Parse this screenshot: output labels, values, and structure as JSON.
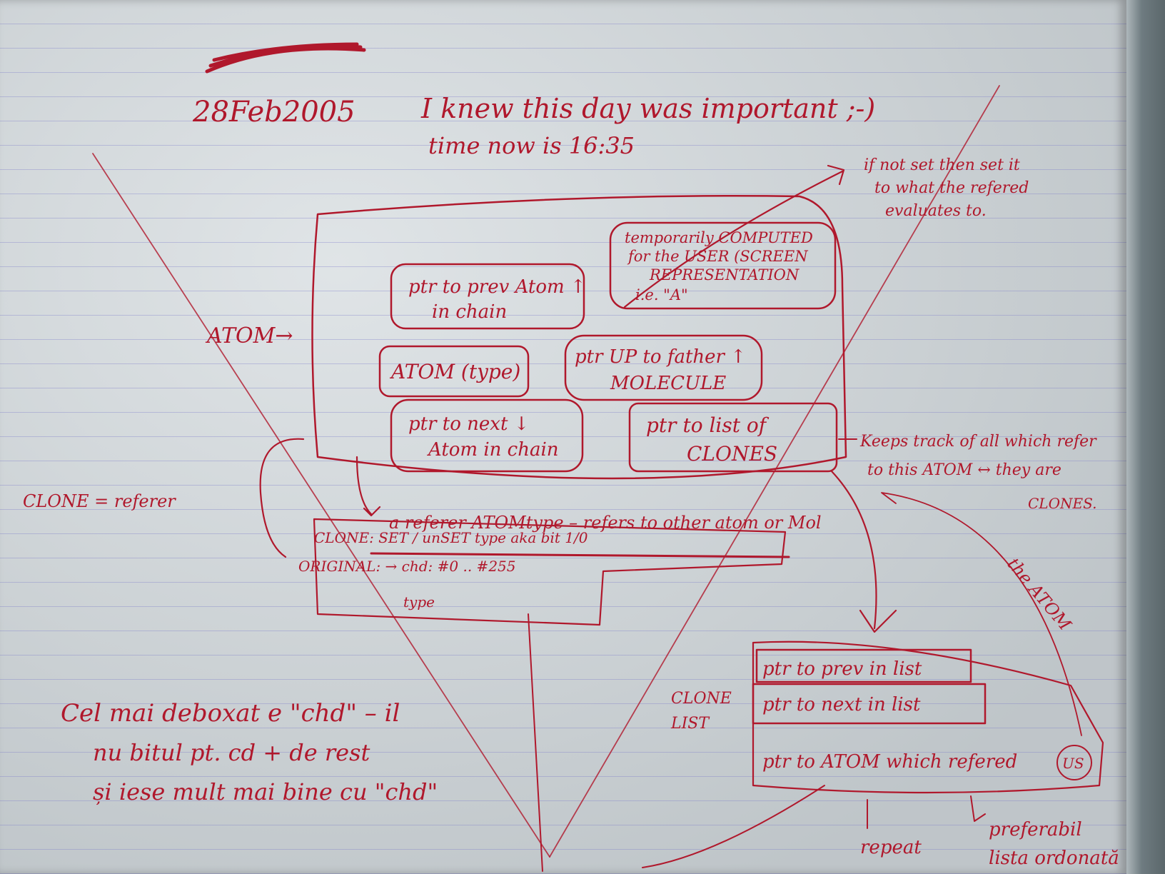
{
  "header": {
    "date": "28Feb2005",
    "note": "I knew this day was important ;-)",
    "time_note": "time now is 16:35"
  },
  "side_notes": {
    "if_not_set": [
      "if not set then set it",
      "to what the refered",
      "evaluates to."
    ],
    "atom_label": "ATOM→",
    "clone_def": "CLONE = referer",
    "keep_track": [
      "Keeps track of all which refer",
      "to this ATOM ↔ they are",
      "CLONES."
    ],
    "the_atom": "the ATOM"
  },
  "atom_boxes": {
    "prev": [
      "ptr to prev Atom ↑",
      "in chain"
    ],
    "computed": [
      "temporarily COMPUTED",
      "for the USER (SCREEN",
      "REPRESENTATION",
      "i.e. \"A\""
    ],
    "type": "ATOM (type)",
    "father": [
      "ptr UP to father ↑",
      "MOLECULE"
    ],
    "next": [
      "ptr to next ↓",
      "Atom in chain"
    ],
    "clones": [
      "ptr to list of",
      "CLONES"
    ]
  },
  "referer": {
    "desc": "a referer ATOMtype – refers to other atom or Mol",
    "clone_line": "CLONE: SET / unSET type  aka bit 1/0",
    "original_line": "ORIGINAL: → chd: #0 .. #255",
    "type_word": "type"
  },
  "romanian_note": [
    "Cel mai deboxat e \"chd\" – il",
    "nu bitul pt. cd + de rest",
    "și iese mult mai bine cu \"chd\""
  ],
  "clone_list": {
    "label": [
      "CLONE",
      "LIST"
    ],
    "prev": "ptr to prev in list",
    "next": "ptr to next in list",
    "atom": "ptr to ATOM which refered",
    "us": "US"
  },
  "bottom_notes": {
    "left": "repeat",
    "right": [
      "preferabil",
      "lista ordonată"
    ]
  }
}
